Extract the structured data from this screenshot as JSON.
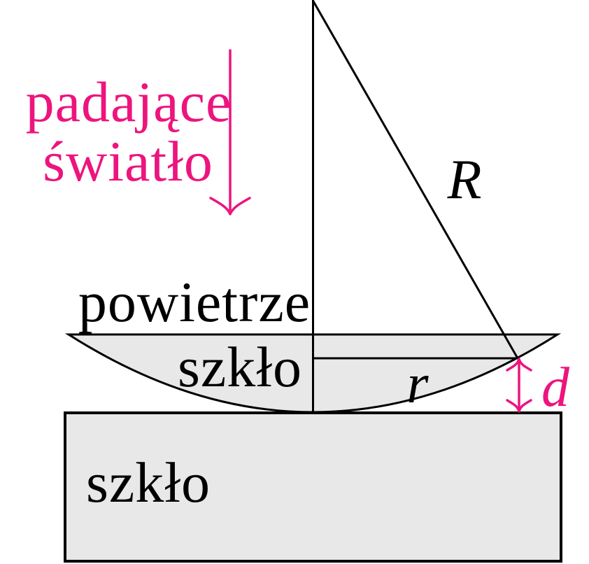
{
  "diagram": {
    "incident_light": {
      "line1": "padające",
      "line2": "światło"
    },
    "medium_air_label": "powietrze",
    "lens_glass_label": "szkło",
    "plate_glass_label": "szkło",
    "radius_of_curvature_label": "R",
    "ring_radius_label": "r",
    "gap_thickness_label": "d"
  },
  "colors": {
    "accent_pink": "#ed147e",
    "glass_fill": "#e8e8e8",
    "line_black": "#000000",
    "background": "#ffffff"
  }
}
